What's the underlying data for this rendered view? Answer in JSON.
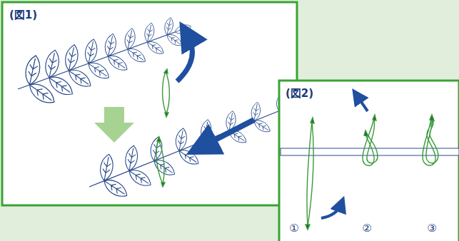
{
  "diagram": {
    "nodes": [
      {
        "text": [
          "(図1)"
        ]
      },
      {
        "text": [
          "(図2)"
        ]
      }
    ],
    "labels": [
      "①",
      "②",
      "③"
    ]
  }
}
